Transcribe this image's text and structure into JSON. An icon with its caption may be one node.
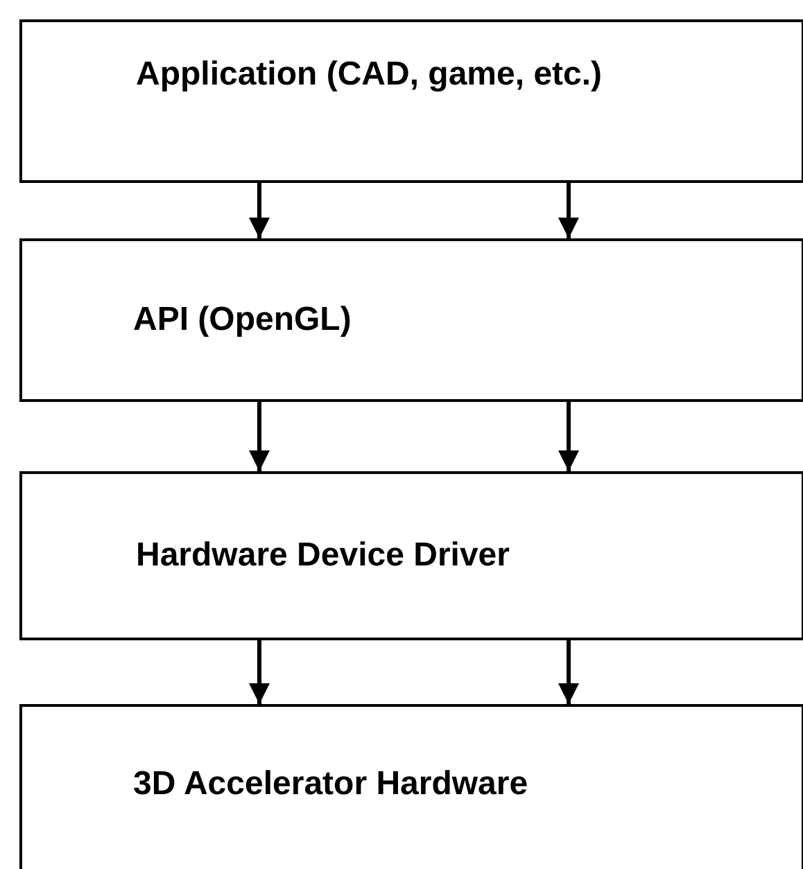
{
  "diagram": {
    "nodes": [
      {
        "text": [
          "Application (CAD, game, etc.)"
        ]
      },
      {
        "text": [
          "API (OpenGL)"
        ]
      },
      {
        "text": [
          "Hardware Device Driver"
        ]
      },
      {
        "text": [
          "3D Accelerator Hardware"
        ]
      }
    ],
    "edges": [
      {
        "from": 0,
        "to": 1,
        "arrow": "to"
      },
      {
        "from": 0,
        "to": 1,
        "arrow": "to"
      },
      {
        "from": 1,
        "to": 2,
        "arrow": "to"
      },
      {
        "from": 1,
        "to": 2,
        "arrow": "to"
      },
      {
        "from": 2,
        "to": 3,
        "arrow": "to"
      },
      {
        "from": 2,
        "to": 3,
        "arrow": "to"
      }
    ]
  }
}
